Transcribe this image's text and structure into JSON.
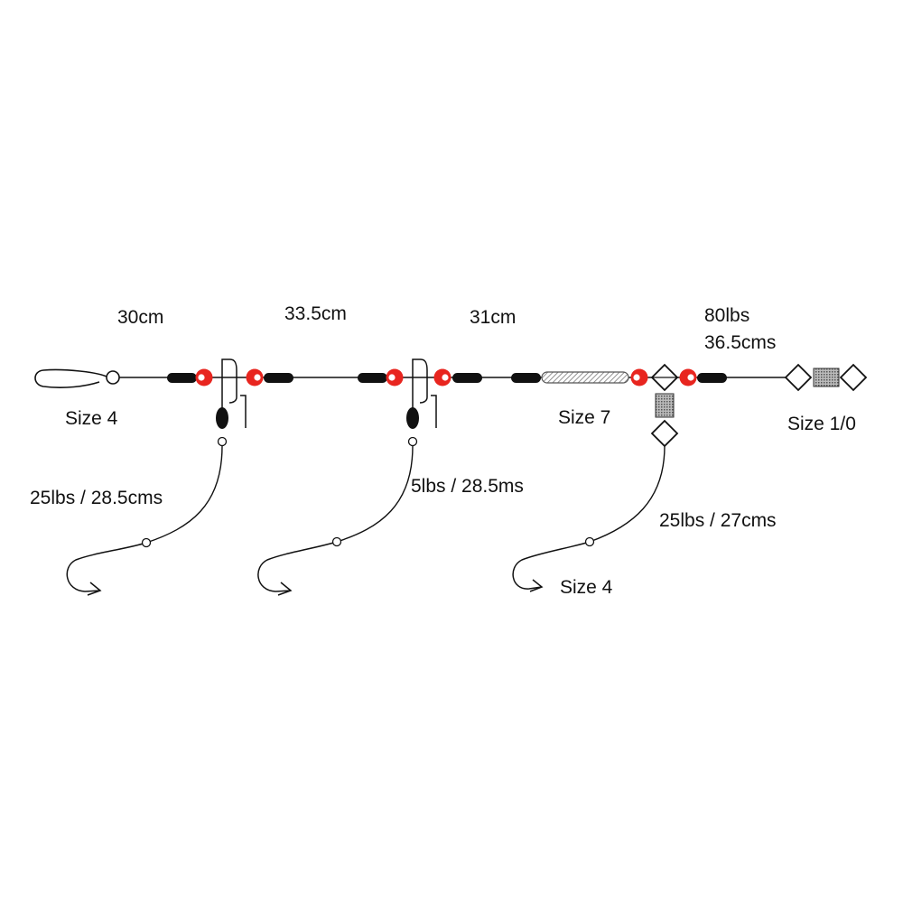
{
  "labels": {
    "length_1": "30cm",
    "length_2": "33.5cm",
    "length_3": "31cm",
    "mainline_strength": "80lbs",
    "mainline_length": "36.5cms",
    "clip_hook_size": "Size 4",
    "swivel_size": "Size 7",
    "end_swivel_size": "Size 1/0",
    "snood_1": "25lbs / 28.5cms",
    "snood_2": "5lbs / 28.5ms",
    "snood_3": "25lbs / 27cms",
    "hook_3_size": "Size 4"
  },
  "colors": {
    "line": "#111111",
    "bead_red": "#e8251f",
    "crimp_black": "#111111",
    "tube_hatch": "#777777"
  },
  "icons": [
    "lead-clip-icon",
    "crimp-icon",
    "red-bead-icon",
    "rig-clip-icon",
    "swivel-icon",
    "hook-icon",
    "tube-icon"
  ]
}
